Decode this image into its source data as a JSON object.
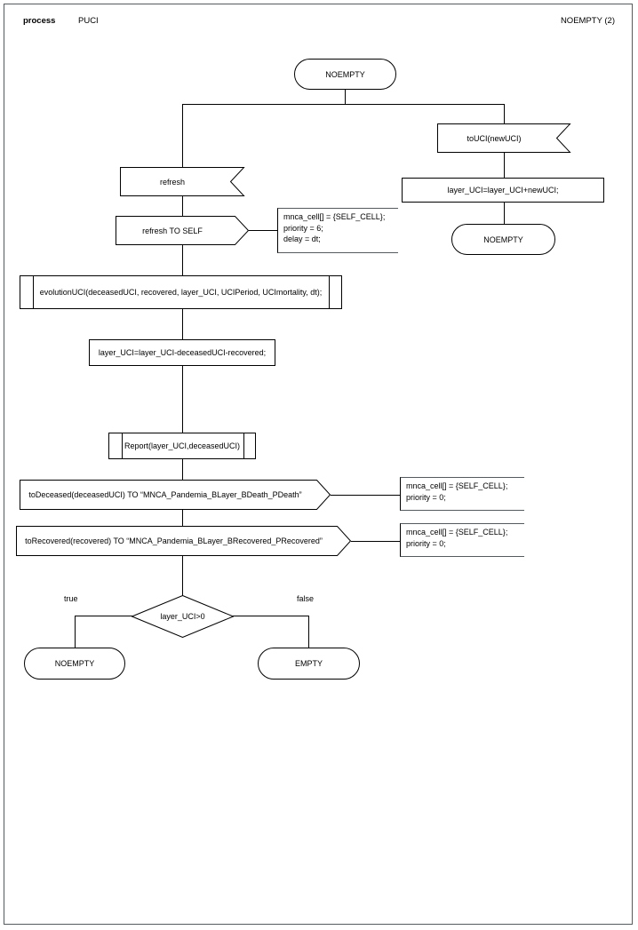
{
  "header": {
    "kind": "process",
    "name": "PUCI",
    "page": "NOEMPTY (2)"
  },
  "diagram": {
    "type": "sdl-process-flowchart",
    "start_state": "NOEMPTY",
    "branches": {
      "left": {
        "input": "refresh",
        "output": "refresh TO SELF",
        "output_comment": "mnca_cell[] = {SELF_CELL};\npriority = 6;\ndelay = dt;",
        "procedure_1": "evolutionUCI(deceasedUCI, recovered, layer_UCI, UCIPeriod, UCImortality, dt);",
        "task_1": "layer_UCI=layer_UCI-deceasedUCI-recovered;",
        "procedure_2": "Report(layer_UCI,deceasedUCI)",
        "output_2": "toDeceased(deceasedUCI) TO “MNCA_Pandemia_BLayer_BDeath_PDeath”",
        "output_2_comment": "mnca_cell[] = {SELF_CELL};\npriority = 0;",
        "output_3": "toRecovered(recovered) TO “MNCA_Pandemia_BLayer_BRecovered_PRecovered”",
        "output_3_comment": "mnca_cell[] = {SELF_CELL};\npriority = 0;",
        "decision": "layer_UCI>0",
        "branch_true_label": "true",
        "branch_false_label": "false",
        "state_true": "NOEMPTY",
        "state_false": "EMPTY"
      },
      "right": {
        "input": "toUCI(newUCI)",
        "task": "layer_UCI=layer_UCI+newUCI;",
        "state": "NOEMPTY"
      }
    }
  },
  "colors": {
    "line": "#000000",
    "frame": "#555a5e",
    "background": "#ffffff"
  }
}
